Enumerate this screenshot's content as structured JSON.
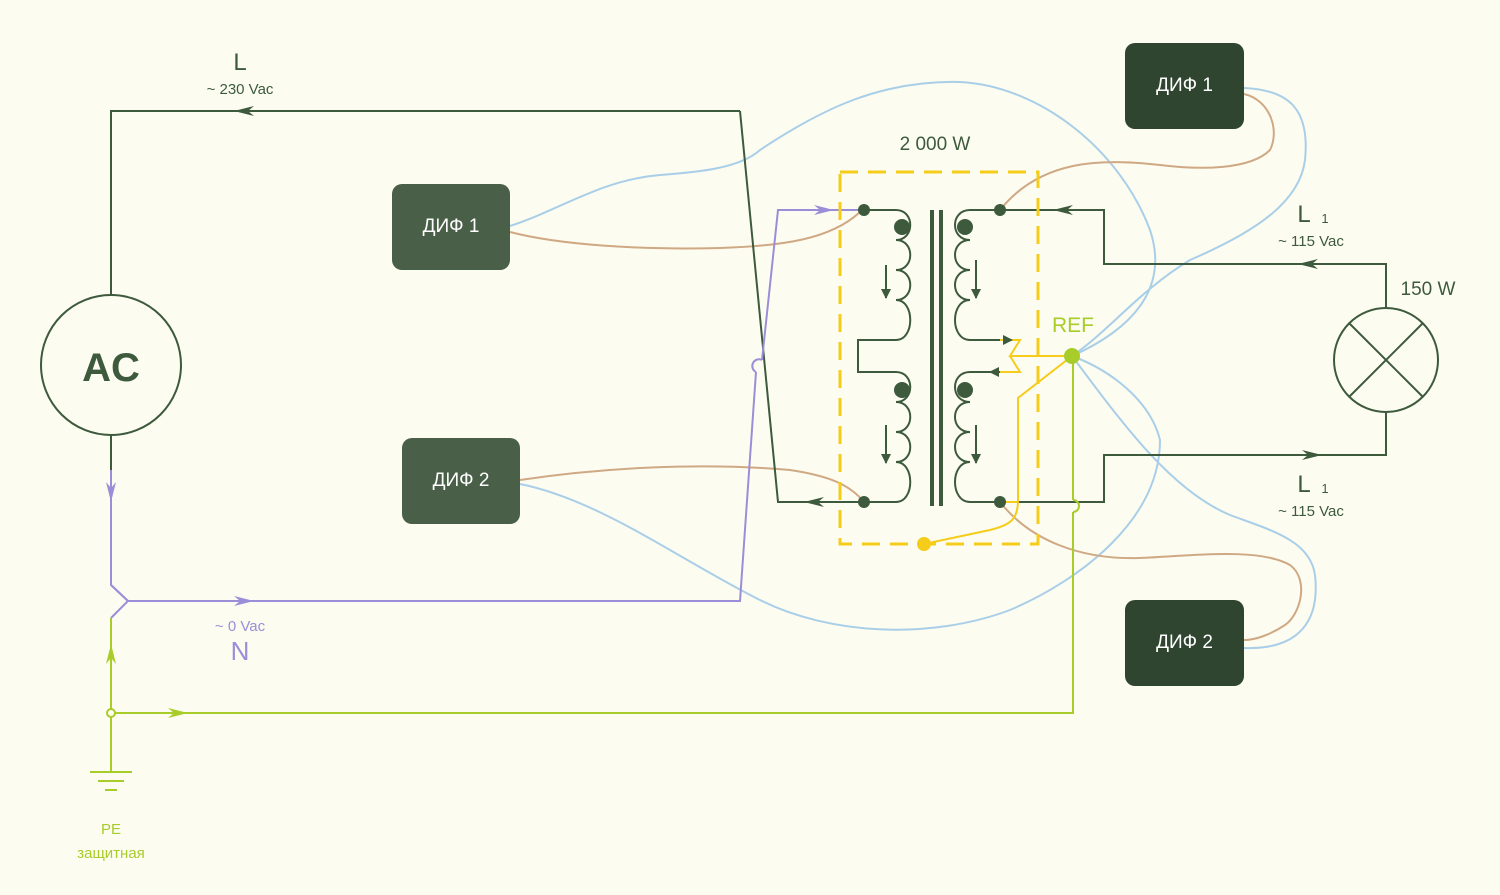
{
  "source": {
    "label": "AC"
  },
  "line": {
    "name": "L",
    "voltage": "~ 230 Vac"
  },
  "neutral": {
    "voltage": "~ 0 Vac",
    "name": "N"
  },
  "earth": {
    "name": "PE",
    "description": "защитная"
  },
  "transformer": {
    "power": "2 000 W",
    "ref_label": "REF"
  },
  "load": {
    "power": "150 W"
  },
  "output_top": {
    "name": "L",
    "subscript": "1",
    "voltage": "~ 115 Vac"
  },
  "output_bottom": {
    "name": "L",
    "subscript": "1",
    "voltage": "~ 115 Vac"
  },
  "dif_modules": {
    "left_top": "ДИФ 1",
    "left_bottom": "ДИФ 2",
    "right_top": "ДИФ 1",
    "right_bottom": "ДИФ 2"
  },
  "colors": {
    "background": "#fdfcf1",
    "wire_main": "#3d5a3d",
    "neutral": "#9b8ed8",
    "earth": "#a8cc2a",
    "yellow": "#f5cc1a",
    "probe_blue": "#a9cfe8",
    "probe_tan": "#cfa983"
  }
}
